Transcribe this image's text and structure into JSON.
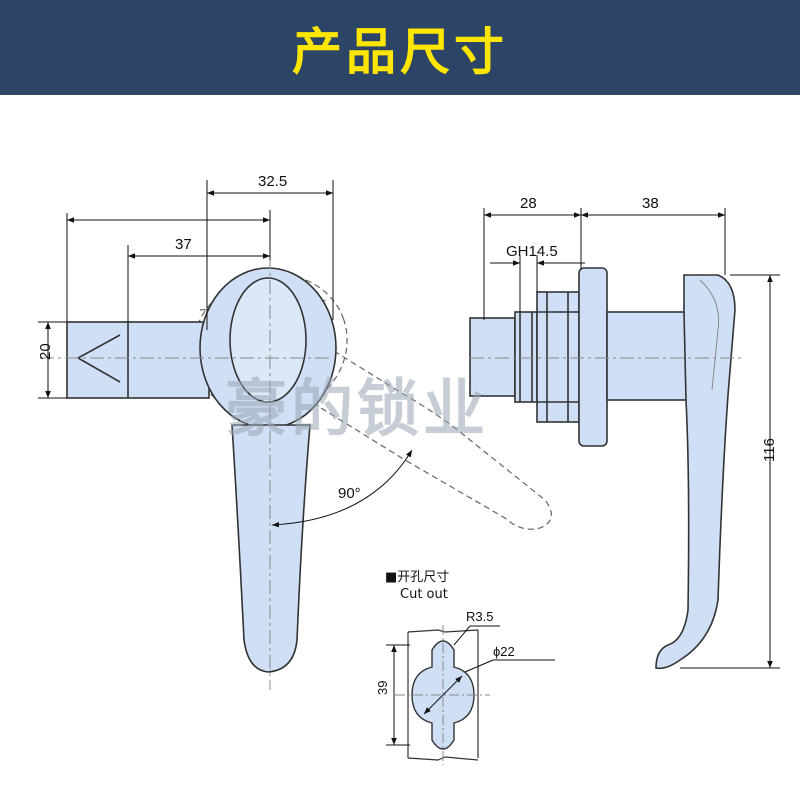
{
  "header": {
    "title": "产品尺寸"
  },
  "dimensions": {
    "left_width_top": "32.5",
    "left_width_mid": "37",
    "left_height": "20",
    "angle": "90°",
    "right_width_a": "28",
    "right_width_b": "38",
    "thread": "GH14.5",
    "right_height": "116"
  },
  "cutout": {
    "title_cn": "■开孔尺寸",
    "title_en": "Cut out",
    "radius": "R3.5",
    "diameter": "ϕ22",
    "height": "39"
  },
  "watermark": "豪的锁业",
  "colors": {
    "header_bg": "#2c4566",
    "title": "#ffe600",
    "part_fill": "#cfe0f6",
    "outline": "#333333"
  }
}
